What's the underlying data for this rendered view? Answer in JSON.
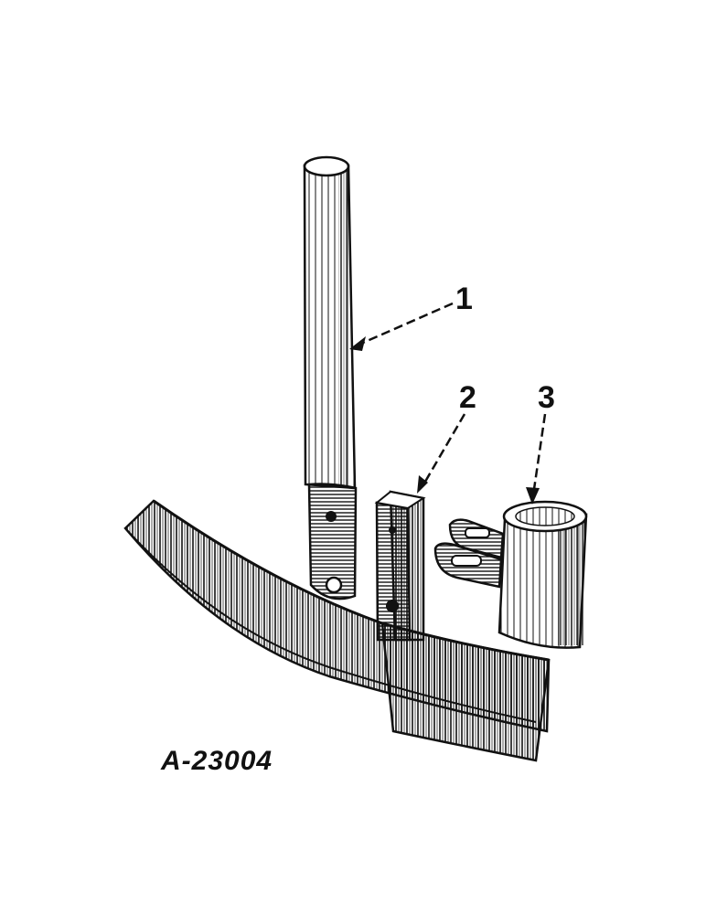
{
  "diagram": {
    "figure_id": "A-23004",
    "callouts": [
      {
        "number": "1"
      },
      {
        "number": "2"
      },
      {
        "number": "3"
      }
    ],
    "colors": {
      "ink": "#111111",
      "paper": "#ffffff"
    }
  }
}
